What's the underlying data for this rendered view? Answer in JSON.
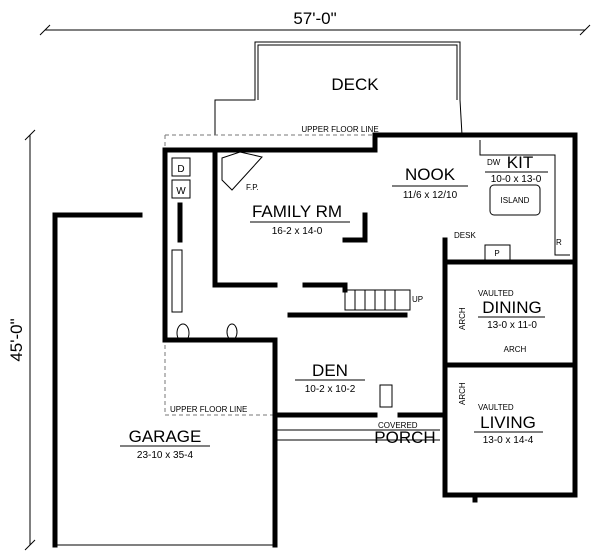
{
  "dimensions": {
    "width": "57'-0\"",
    "depth": "45'-0\""
  },
  "notes": {
    "upper_floor_line_top": "UPPER FLOOR LINE",
    "upper_floor_line_bottom": "UPPER FLOOR LINE",
    "up": "UP",
    "fp": "F.P."
  },
  "rooms": {
    "deck": {
      "name": "DECK"
    },
    "nook": {
      "name": "NOOK",
      "size": "11/6 x 12/10"
    },
    "kit": {
      "name": "KIT",
      "size": "10-0 x 13-0"
    },
    "family": {
      "name": "FAMILY RM",
      "size": "16-2 x 14-0"
    },
    "dining": {
      "prefix": "VAULTED",
      "name": "DINING",
      "size": "13-0 x 11-0"
    },
    "den": {
      "name": "DEN",
      "size": "10-2 x 10-2"
    },
    "living": {
      "prefix": "VAULTED",
      "name": "LIVING",
      "size": "13-0 x 14-4"
    },
    "garage": {
      "name": "GARAGE",
      "size": "23-10 x 35-4"
    },
    "porch": {
      "prefix": "COVERED",
      "name": "PORCH"
    }
  },
  "fixtures": {
    "dryer": "D",
    "washer": "W",
    "dishwasher": "DW",
    "island": "ISLAND",
    "desk": "DESK",
    "pantry": "P",
    "fridge": "R",
    "arch_h": "ARCH",
    "arch_v1": "ARCH",
    "arch_v2": "ARCH"
  }
}
